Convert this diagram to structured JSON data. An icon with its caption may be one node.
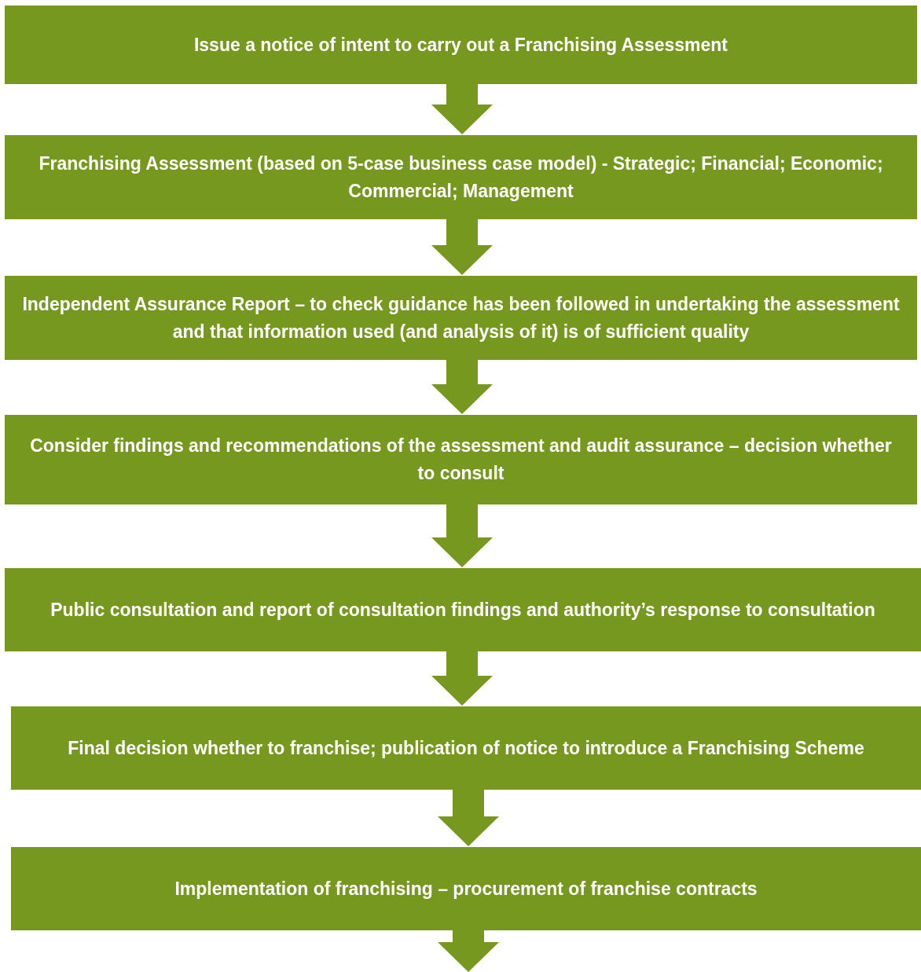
{
  "diagram": {
    "nodes": [
      {
        "text": [
          "Issue a notice of intent to carry out a Franchising Assessment"
        ]
      },
      {
        "text": [
          "Franchising Assessment (based on 5-case business case model) - Strategic; Financial; Economic; Commercial; Management"
        ]
      },
      {
        "text": [
          "Independent Assurance Report – to check guidance has been followed in undertaking the assessment and that information used (and analysis of it) is of sufficient quality"
        ]
      },
      {
        "text": [
          "Consider findings and recommendations of the assessment and audit assurance – decision whether to consult"
        ]
      },
      {
        "text": [
          "Public consultation and report of consultation findings and authority’s response to consultation"
        ]
      },
      {
        "text": [
          "Final decision whether to franchise; publication of notice to introduce a Franchising Scheme"
        ]
      },
      {
        "text": [
          "Implementation of franchising – procurement of franchise contracts"
        ]
      }
    ],
    "edges": [
      {
        "from": 0,
        "to": 1,
        "arrow": "to"
      },
      {
        "from": 1,
        "to": 2,
        "arrow": "to"
      },
      {
        "from": 2,
        "to": 3,
        "arrow": "to"
      },
      {
        "from": 3,
        "to": 4,
        "arrow": "to"
      },
      {
        "from": 4,
        "to": 5,
        "arrow": "to"
      },
      {
        "from": 5,
        "to": 6,
        "arrow": "to"
      },
      {
        "from": 6,
        "to": null,
        "arrow": "to"
      }
    ]
  }
}
